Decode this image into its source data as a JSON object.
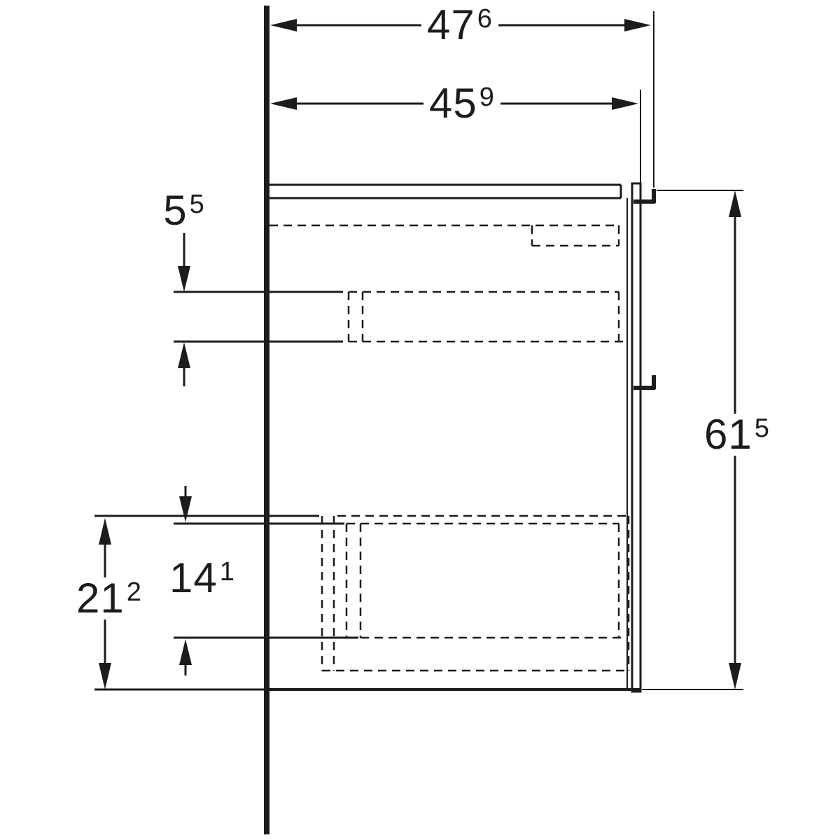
{
  "diagram": {
    "type": "technical-dimension-drawing",
    "subject": "wall-hung vanity cabinet, side section view with two drawers",
    "background_color": "#ffffff",
    "line_color": "#1c1c1c",
    "dimensions": {
      "overall_depth": {
        "main": "47",
        "sup": "6"
      },
      "body_depth": {
        "main": "45",
        "sup": "9"
      },
      "top_drawer_offset": {
        "main": "5",
        "sup": "5"
      },
      "overall_height": {
        "main": "61",
        "sup": "5"
      },
      "lower_drawer_height": {
        "main": "21",
        "sup": "2"
      },
      "inner_drawer_height": {
        "main": "14",
        "sup": "1"
      }
    }
  }
}
